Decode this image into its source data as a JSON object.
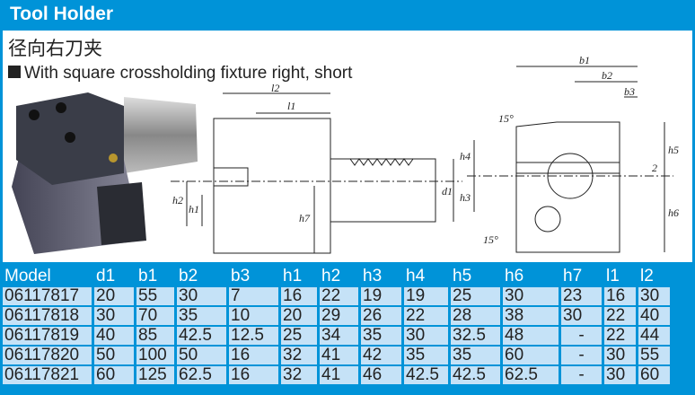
{
  "title": "Tool Holder",
  "subtitle_cn": "径向右刀夹",
  "description": "With square crossholding fixture right, short",
  "drawing_labels": {
    "l2": "l2",
    "l1": "l1",
    "h2": "h2",
    "h1": "h1",
    "h7": "h7",
    "d1": "d1",
    "b1": "b1",
    "b2": "b2",
    "b3": "b3",
    "h4": "h4",
    "h3": "h3",
    "h5": "h5",
    "h6": "h6",
    "two": "2",
    "angle1": "15°",
    "angle2": "15°"
  },
  "table": {
    "headers": [
      "Model",
      "d1",
      "b1",
      "b2",
      "b3",
      "h1",
      "h2",
      "h3",
      "h4",
      "h5",
      "h6",
      "h7",
      "l1",
      "l2"
    ],
    "rows": [
      [
        "06117817",
        "20",
        "55",
        "30",
        "7",
        "16",
        "22",
        "19",
        "19",
        "25",
        "30",
        "23",
        "16",
        "30"
      ],
      [
        "06117818",
        "30",
        "70",
        "35",
        "10",
        "20",
        "29",
        "26",
        "22",
        "28",
        "38",
        "30",
        "22",
        "40"
      ],
      [
        "06117819",
        "40",
        "85",
        "42.5",
        "12.5",
        "25",
        "34",
        "35",
        "30",
        "32.5",
        "48",
        "-",
        "22",
        "44"
      ],
      [
        "06117820",
        "50",
        "100",
        "50",
        "16",
        "32",
        "41",
        "42",
        "35",
        "35",
        "60",
        "-",
        "30",
        "55"
      ],
      [
        "06117821",
        "60",
        "125",
        "62.5",
        "16",
        "32",
        "41",
        "46",
        "42.5",
        "42.5",
        "62.5",
        "-",
        "30",
        "60"
      ]
    ]
  }
}
